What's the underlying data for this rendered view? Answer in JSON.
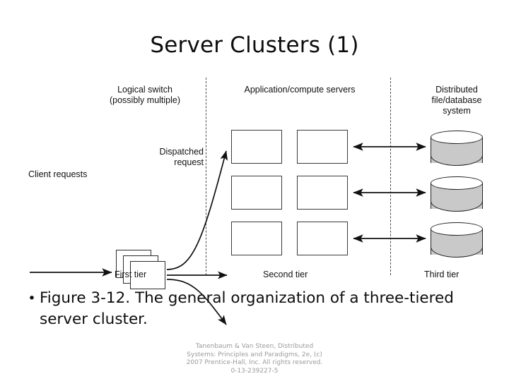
{
  "slide": {
    "title": "Server Clusters (1)"
  },
  "figure": {
    "headers": {
      "first_tier": "Logical switch\n(possibly multiple)",
      "second_tier": "Application/compute servers",
      "third_tier": "Distributed\nfile/database\nsystem"
    },
    "labels": {
      "client_requests": "Client requests",
      "dispatched_request": "Dispatched\nrequest"
    },
    "tier_captions": {
      "first": "First tier",
      "second": "Second tier",
      "third": "Third tier"
    },
    "server_count": 6,
    "database_count": 3,
    "switch_stack_count": 3,
    "colors": {
      "cylinder_fill": "#c9c9c9",
      "cylinder_top": "#ffffff",
      "line": "#222222",
      "divider": "#4a4a4a",
      "box_border": "#3a3a3a"
    }
  },
  "bullet": {
    "marker": "•",
    "text": "Figure 3-12. The general organization of a three-tiered server cluster."
  },
  "footer": {
    "lines": [
      "Tanenbaum & Van Steen, Distributed",
      "Systems: Principles and Paradigms, 2e, (c)",
      "2007 Prentice-Hall, Inc. All rights reserved.",
      "0-13-239227-5"
    ]
  }
}
